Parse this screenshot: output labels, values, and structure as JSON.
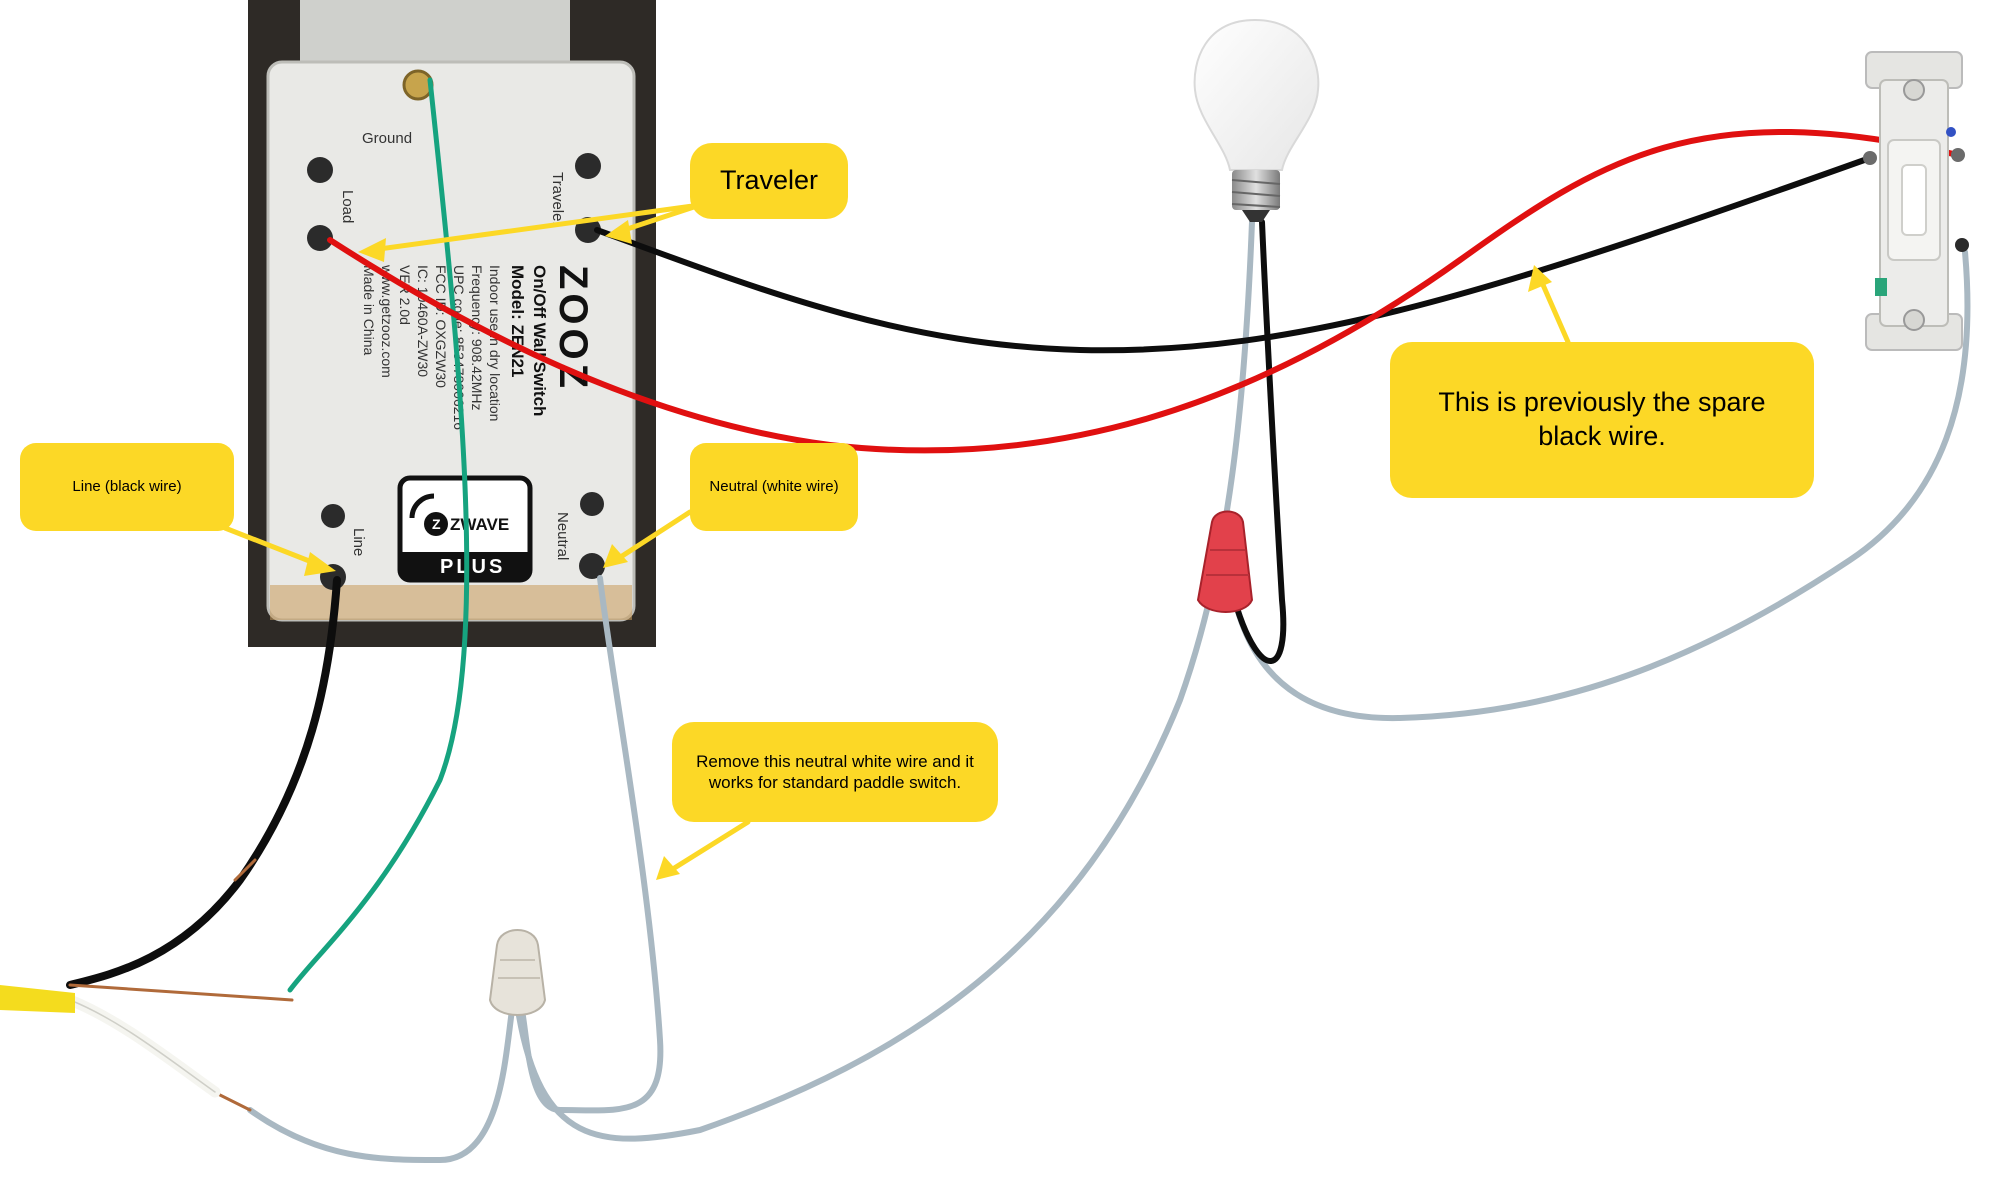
{
  "switch_labels": {
    "ground": "Ground",
    "traveler": "Traveler",
    "load": "Load",
    "line": "Line",
    "neutral": "Neutral",
    "brand": "ZOOZ",
    "product": "On/Off Wall Switch",
    "model": "Model: ZEN21",
    "spec_lines": [
      "Indoor use in dry location",
      "Frequency: 908.42MHz",
      "UPC code: 853478006216",
      "FCC ID: OXGZW30",
      "IC: 10460A-ZW30",
      "VER 2.0d",
      "www.getzooz.com",
      "Made in China"
    ],
    "zwave": "ZWAVE",
    "plus": "PLUS"
  },
  "callouts": {
    "traveler": "Traveler",
    "spare": "This is previously the spare black wire.",
    "line": "Line (black wire)",
    "neutral": "Neutral (white wire)",
    "remove": "Remove this neutral white wire and it works for standard paddle switch."
  },
  "colors": {
    "callout": "#fcd826",
    "hot": "#000000",
    "traveler_red": "#e01010",
    "neutral_gray": "#a9b8c2",
    "ground_green": "#16a37f",
    "cable_yellow": "#f4dc1e"
  }
}
